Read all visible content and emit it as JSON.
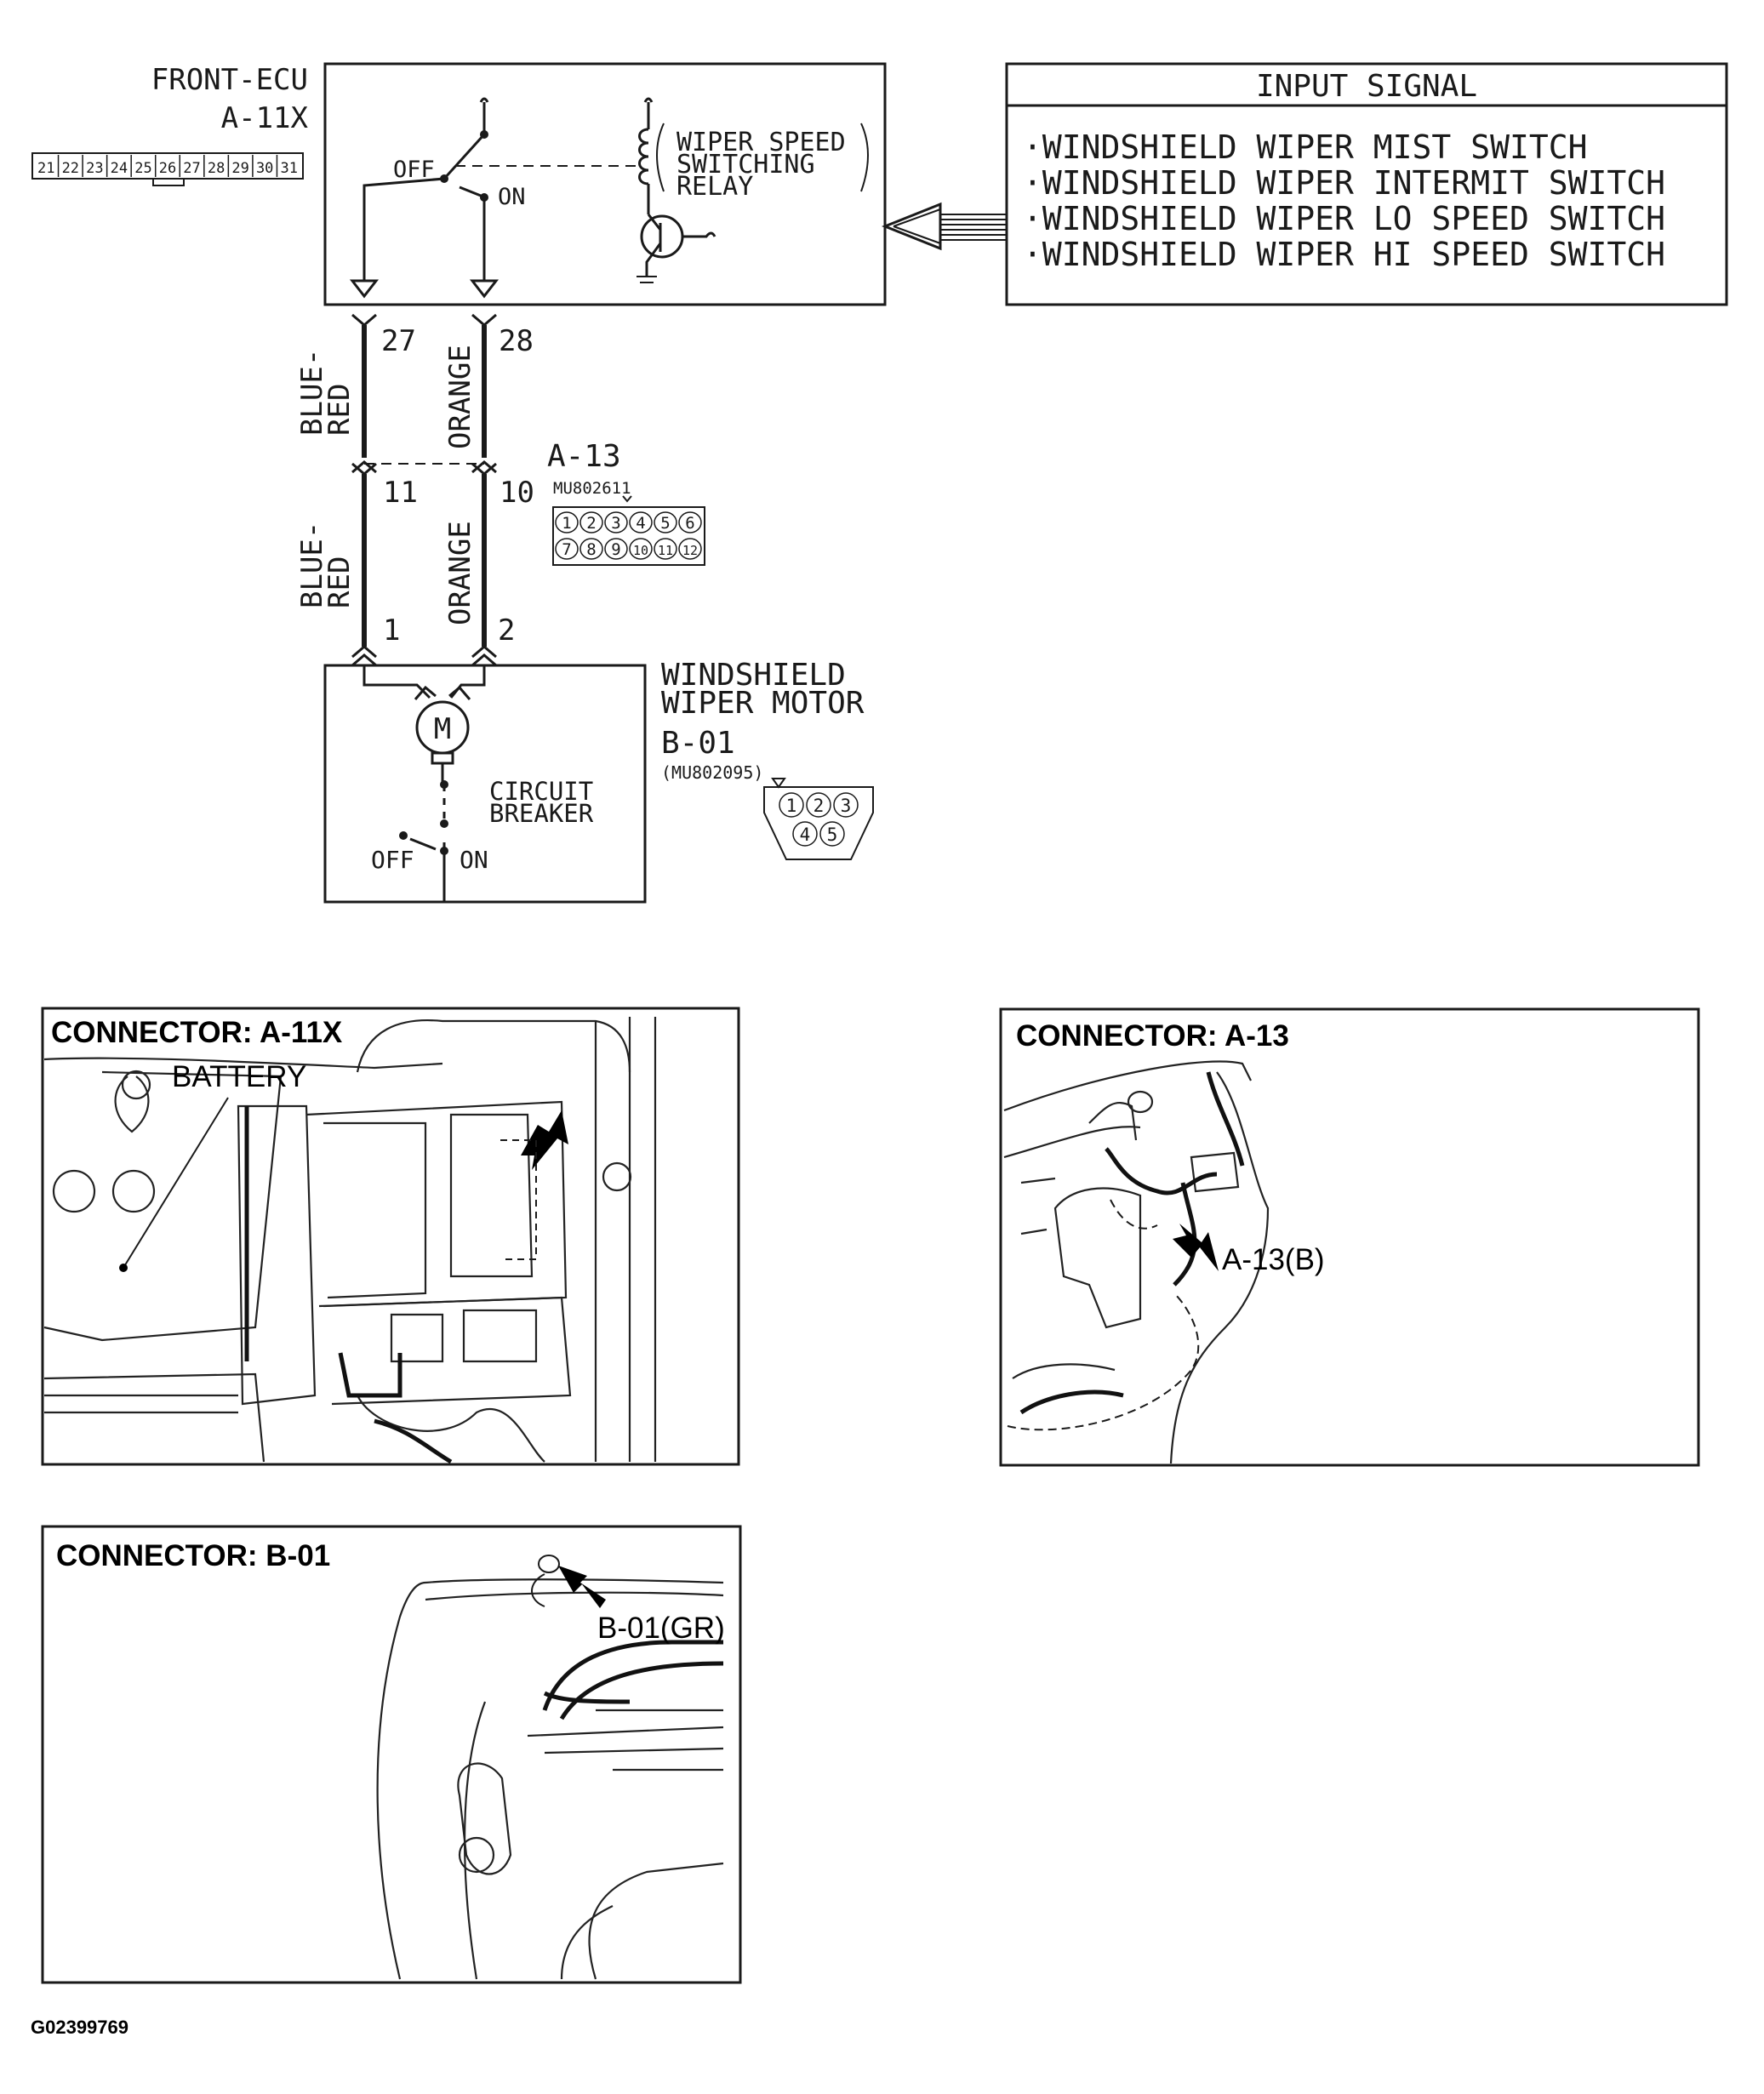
{
  "front_ecu": {
    "title": "FRONT-ECU",
    "connector_id": "A-11X",
    "pins": [
      "21",
      "22",
      "23",
      "24",
      "25",
      "26",
      "27",
      "28",
      "29",
      "30",
      "31"
    ]
  },
  "relay": {
    "label_lines": [
      "WIPER SPEED",
      "SWITCHING",
      "RELAY"
    ],
    "off": "OFF",
    "on": "ON"
  },
  "input_signal": {
    "title": "INPUT SIGNAL",
    "items": [
      "·WINDSHIELD WIPER MIST SWITCH",
      "·WINDSHIELD WIPER INTERMIT SWITCH",
      "·WINDSHIELD WIPER LO SPEED SWITCH",
      "·WINDSHIELD WIPER HI SPEED SWITCH"
    ]
  },
  "wires": {
    "upper_left_color": [
      "BLUE-",
      "RED"
    ],
    "upper_right_color": "ORANGE",
    "lower_left_color": [
      "BLUE-",
      "RED"
    ],
    "lower_right_color": "ORANGE",
    "pin_ecu_left": "27",
    "pin_ecu_right": "28",
    "pin_a13_left": "11",
    "pin_a13_right": "10",
    "pin_motor_left": "1",
    "pin_motor_right": "2"
  },
  "a13": {
    "id": "A-13",
    "part": "MU802611",
    "pins_top": [
      "1",
      "2",
      "3",
      "4",
      "5",
      "6"
    ],
    "pins_bottom": [
      "7",
      "8",
      "9",
      "10",
      "11",
      "12"
    ]
  },
  "motor": {
    "title_lines": [
      "WINDSHIELD",
      "WIPER MOTOR"
    ],
    "id": "B-01",
    "part": "(MU802095)",
    "pins": [
      "1",
      "2",
      "3",
      "4",
      "5"
    ],
    "motor_symbol": "M",
    "breaker_lines": [
      "CIRCUIT",
      "BREAKER"
    ],
    "off": "OFF",
    "on": "ON"
  },
  "locators": {
    "a11x": {
      "title": "CONNECTOR: A-11X",
      "callout": "BATTERY"
    },
    "a13": {
      "title": "CONNECTOR: A-13",
      "callout": "A-13(B)"
    },
    "b01": {
      "title": "CONNECTOR: B-01",
      "callout": "B-01(GR)"
    }
  },
  "figure_id": "G02399769"
}
